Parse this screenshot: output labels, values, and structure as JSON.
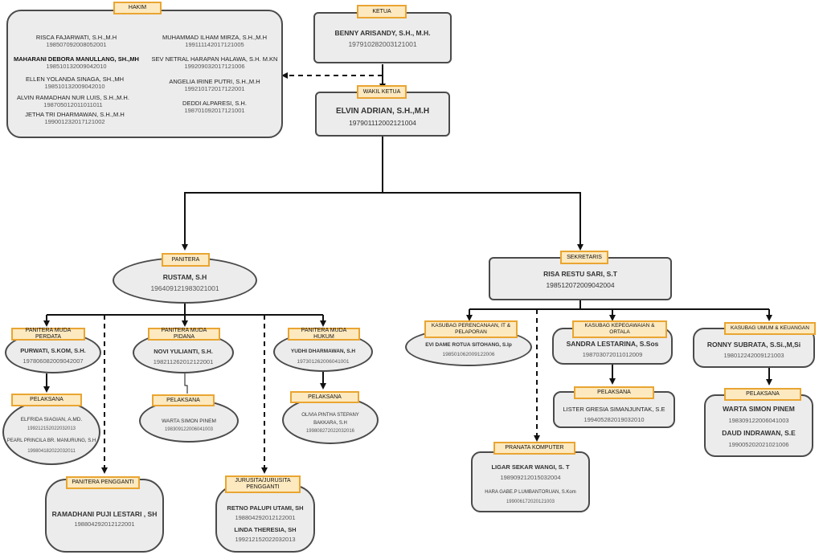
{
  "hakim": {
    "tag": "HAKIM",
    "left": [
      {
        "name": "RISCA FAJARWATI, S.H.,M.H",
        "nip": "198507092008052001"
      },
      {
        "name": "MAHARANI DEBORA MANULLANG, SH.,MH",
        "nip": "198510132009042010"
      },
      {
        "name": "ELLEN YOLANDA SINAGA, SH.,MH",
        "nip": "198510132009042010"
      },
      {
        "name": "ALVIN RAMADHAN NUR LUIS, S.H.,M.H.",
        "nip": "198705012011011011"
      },
      {
        "name": "JETHA TRI DHARMAWAN, S.H.,M.H",
        "nip": "199001232017121002"
      }
    ],
    "right": [
      {
        "name": "MUHAMMAD ILHAM MIRZA, S.H.,M.H",
        "nip": "199111142017121005"
      },
      {
        "name": "SEV NETRAL HARAPAN HALAWA, S.H. M.KN",
        "nip": "199209032017121006"
      },
      {
        "name": "ANGELIA IRINE PUTRI, S.H.,M.H",
        "nip": "199210172017122001"
      },
      {
        "name": "DEDDI ALPARESI, S.H.",
        "nip": "198701092017121001"
      }
    ]
  },
  "ketua": {
    "tag": "KETUA",
    "name": "BENNY ARISANDY, S.H., M.H.",
    "nip": "197910282003121001"
  },
  "wakil": {
    "tag": "WAKIL KETUA",
    "name": "ELVIN ADRIAN, S.H.,M.H",
    "nip": "197901112002121004"
  },
  "panitera": {
    "tag": "PANITERA",
    "name": "RUSTAM, S.H",
    "nip": "196409121983021001"
  },
  "sekretaris": {
    "tag": "SEKRETARIS",
    "name": "RISA RESTU SARI, S.T",
    "nip": "198512072009042004"
  },
  "pm_perdata": {
    "tag": "PANITERA MUDA PERDATA",
    "name": "PURWATI, S.KOM, S.H.",
    "nip": "197806082009042007"
  },
  "pm_pidana": {
    "tag": "PANITERA MUDA PIDANA",
    "name": "NOVI YULIANTI, S.H.",
    "nip": "198211262012122001"
  },
  "pm_hukum": {
    "tag": "PANITERA MUDA HUKUM",
    "name": "YUDHI DHARMAWAN, S.H",
    "nip": "197301262006041001"
  },
  "pel_perdata": {
    "tag": "PELAKSANA",
    "members": [
      {
        "name": "ELFRIDA SIAGIAN, A.MD.",
        "nip": "199212152022032013"
      },
      {
        "name": "PEARL PRINCILA BR. MANURUNG, S.H",
        "nip": "199804182022032011"
      }
    ]
  },
  "pel_pidana": {
    "tag": "PELAKSANA",
    "name": "WARTA SIMON PINEM",
    "nip": "198309122006041003"
  },
  "pel_hukum": {
    "tag": "PELAKSANA",
    "name_line1": "OLIVIA PINTHA STEPANY",
    "name_line2": "BAKKARA, S.H",
    "nip": "199808272022032016"
  },
  "pengganti": {
    "tag": "PANITERA PENGGANTI",
    "name": "RAMADHANI PUJI LESTARI , SH",
    "nip": "198804292012122001"
  },
  "jurusita": {
    "tag_line1": "JURUSITA/JURUSITA",
    "tag_line2": "PENGGANTI",
    "members": [
      {
        "name": "RETNO PALUPI UTAMI, SH",
        "nip": "198804292012122001"
      },
      {
        "name": "LINDA THERESIA, SH",
        "nip": "199212152022032013"
      }
    ]
  },
  "kasubag_perencanaan": {
    "tag_line1": "KASUBAG PERENCANAAN, IT &",
    "tag_line2": "PELAPORAN",
    "name": "EVI DAME ROTUA SITOHANG, S.Ip",
    "nip": "198501062009122006"
  },
  "kasubag_kepegawaian": {
    "tag_line1": "KASUBAG KEPEGAWAIAN &",
    "tag_line2": "ORTALA",
    "name": "SANDRA LESTARINA, S.Sos",
    "nip": "198703072011012009"
  },
  "kasubag_umum": {
    "tag": "KASUBAG UMUM & KEUANGAN",
    "name": "RONNY SUBRATA, S.Si.,M,Si",
    "nip": "198012242009121003"
  },
  "pel_kepegawaian": {
    "tag": "PELAKSANA",
    "name": "LISTER GRESIA SIMANJUNTAK, S.E",
    "nip": "199405282019032010"
  },
  "pel_umum": {
    "tag": "PELAKSANA",
    "members": [
      {
        "name": "WARTA SIMON PINEM",
        "nip": "198309122006041003"
      },
      {
        "name": "DAUD INDRAWAN, S.E",
        "nip": "199005202021021006"
      }
    ]
  },
  "pranata": {
    "tag": "PRANATA KOMPUTER",
    "name": "LIGAR SEKAR WANGI, S. T",
    "nip": "198909212015032004",
    "name2": "HARA GABE.P LUMBANTORUAN, S.Kom",
    "nip2": "199006172020121003"
  },
  "colors": {
    "tag_fill": "#fde9bf",
    "tag_border": "#e9a531",
    "node_fill": "#ececec",
    "node_border": "#4a4a4a"
  }
}
